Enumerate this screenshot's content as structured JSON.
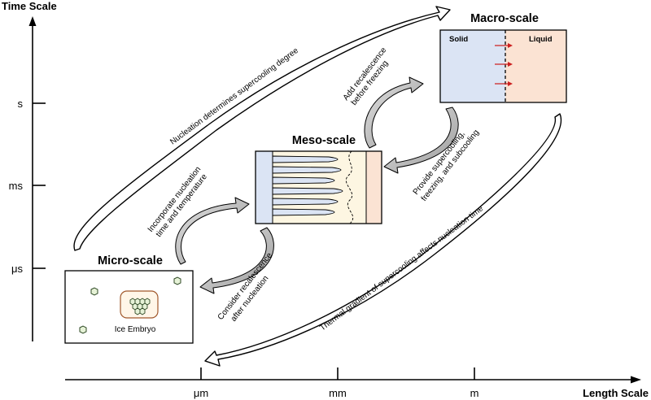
{
  "axes": {
    "y_title": "Time Scale",
    "x_title": "Length Scale",
    "y_ticks": [
      "s",
      "ms",
      "μs"
    ],
    "x_ticks": [
      "μm",
      "mm",
      "m"
    ]
  },
  "scales": {
    "macro": {
      "title": "Macro-scale",
      "solid_label": "Solid",
      "liquid_label": "Liquid"
    },
    "meso": {
      "title": "Meso-scale"
    },
    "micro": {
      "title": "Micro-scale",
      "embryo_label": "Ice Embryo"
    }
  },
  "relations": {
    "nucleation_degree": "Nucleation determines supercooling degree",
    "thermal_gradient": "Thermal gradient of supercooling affects nucleation time",
    "recalescence_before_1": "Add recalescence",
    "recalescence_before_2": "before freezing",
    "provide_1": "Provide supercooling,",
    "provide_2": "freezing, and subcooling",
    "incorporate_1": "Incorporate nucleation",
    "incorporate_2": "time and temperature",
    "consider_1": "Consider recalescence",
    "consider_2": "after nucleation"
  },
  "colors": {
    "solid": "#dbe4f4",
    "liquid": "#fbe3d3",
    "meso_mid": "#fdf6e2",
    "arrow_red": "#cc2020",
    "cell_fill": "#e6f2d7",
    "cell_stroke": "#2f4a26",
    "embryo_box": "#fff6e8",
    "embryo_stroke": "#a0572a"
  }
}
